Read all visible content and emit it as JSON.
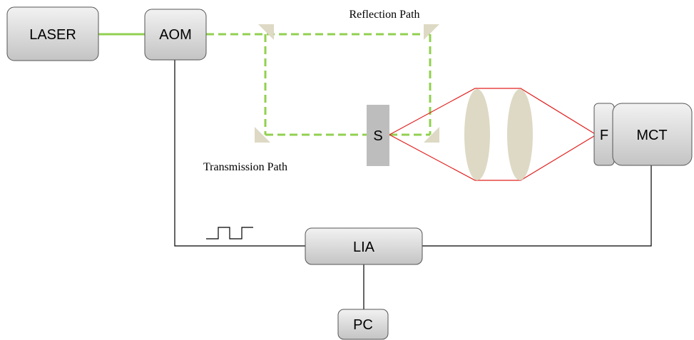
{
  "labels": {
    "laser": "LASER",
    "aom": "AOM",
    "sample": "S",
    "filter": "F",
    "mct": "MCT",
    "lia": "LIA",
    "pc": "PC",
    "reflection_path": "Reflection Path",
    "transmission_path": "Transmission Path"
  },
  "colors": {
    "box_fill_top": "#f2f2f2",
    "box_fill_bottom": "#c4c4c4",
    "sample_fill": "#bdbdbd",
    "laser_beam": "#92d050",
    "focus_lines": "#e0201e",
    "lens_fill": "#ddd9c4",
    "mirror_fill": "#ddd9c4",
    "wire": "#000000"
  }
}
